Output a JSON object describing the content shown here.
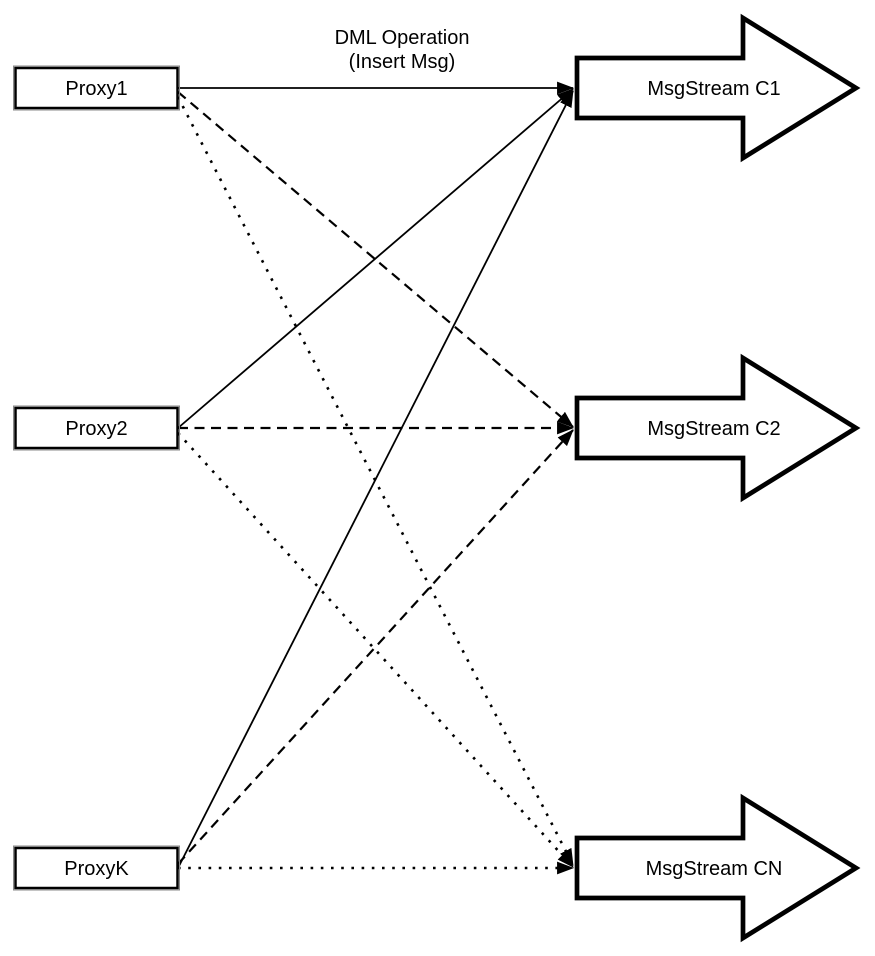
{
  "diagram": {
    "background_color": "#ffffff",
    "stroke_color": "#000000",
    "fill_color": "#ffffff",
    "annotation": {
      "line1": "DML Operation",
      "line2": "(Insert Msg)"
    },
    "proxies": [
      {
        "label": "Proxy1"
      },
      {
        "label": "Proxy2"
      },
      {
        "label": "ProxyK"
      }
    ],
    "streams": [
      {
        "label": "MsgStream C1"
      },
      {
        "label": "MsgStream C2"
      },
      {
        "label": "MsgStream CN"
      }
    ],
    "edges": [
      {
        "from": "Proxy1",
        "to": "MsgStream C1",
        "style": "solid",
        "arrowhead": true
      },
      {
        "from": "Proxy2",
        "to": "MsgStream C1",
        "style": "solid",
        "arrowhead": true
      },
      {
        "from": "ProxyK",
        "to": "MsgStream C1",
        "style": "solid",
        "arrowhead": true
      },
      {
        "from": "Proxy1",
        "to": "MsgStream C2",
        "style": "dashed",
        "arrowhead": true
      },
      {
        "from": "Proxy2",
        "to": "MsgStream C2",
        "style": "dashed",
        "arrowhead": true
      },
      {
        "from": "ProxyK",
        "to": "MsgStream C2",
        "style": "dashed",
        "arrowhead": true
      },
      {
        "from": "Proxy1",
        "to": "MsgStream CN",
        "style": "dotted",
        "arrowhead": true
      },
      {
        "from": "Proxy2",
        "to": "MsgStream CN",
        "style": "dotted",
        "arrowhead": true
      },
      {
        "from": "ProxyK",
        "to": "MsgStream CN",
        "style": "dotted",
        "arrowhead": true
      }
    ]
  }
}
